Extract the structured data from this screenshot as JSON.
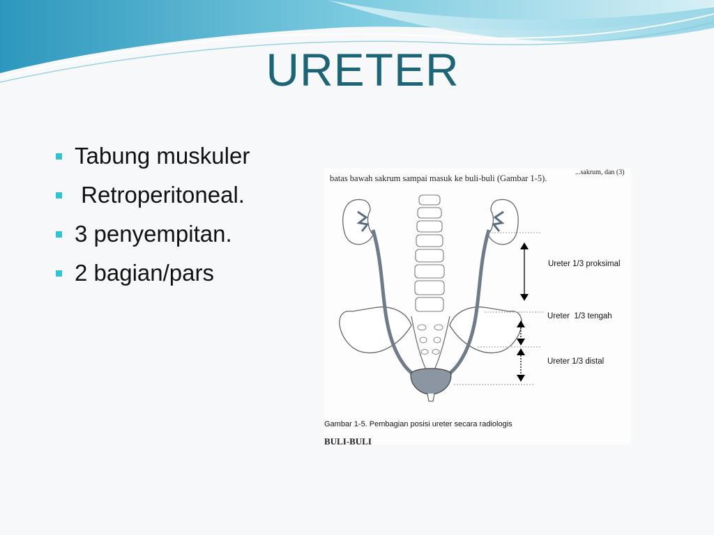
{
  "slide": {
    "title": "URETER",
    "bullets": [
      "Tabung muskuler",
      " Retroperitoneal.",
      "3 penyempitan.",
      "2 bagian/pars"
    ]
  },
  "figure": {
    "top_text": "batas bawah sakrum sampai masuk ke buli-buli (Gambar 1-5).",
    "top_right_fragment": "...sakrum, dan (3)",
    "labels": {
      "proksimal": "Ureter 1/3 proksimal",
      "tengah": "Ureter  1/3 tengah",
      "distal": "Ureter 1/3 distal"
    },
    "caption": "Gambar 1-5. Pembagian posisi ureter secara radiologis",
    "bottom_fragment": "BULI-BULI"
  },
  "colors": {
    "title": "#1c6577",
    "bullet_marker": "#2fc3d3",
    "wave_dark": "#3fa9c9",
    "wave_light": "#bfe6f1"
  }
}
